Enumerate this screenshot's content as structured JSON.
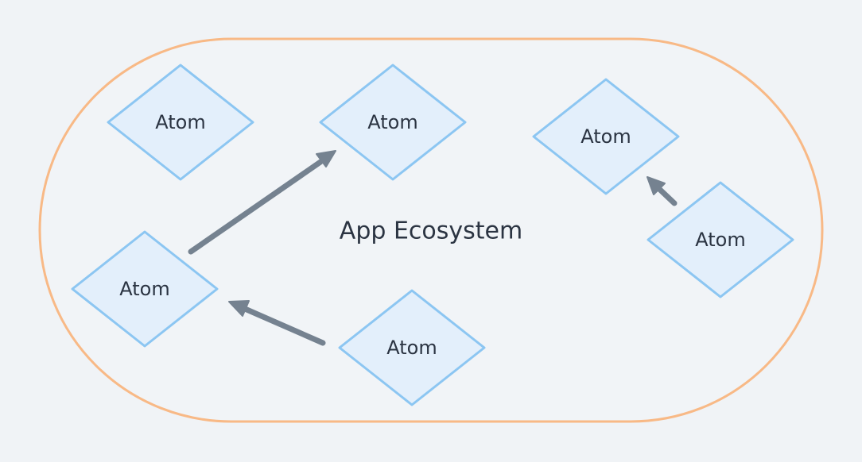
{
  "diagram": {
    "container_label": "App Ecosystem",
    "nodes": [
      {
        "id": "atom-1",
        "label": "Atom"
      },
      {
        "id": "atom-2",
        "label": "Atom"
      },
      {
        "id": "atom-3",
        "label": "Atom"
      },
      {
        "id": "atom-4",
        "label": "Atom"
      },
      {
        "id": "atom-5",
        "label": "Atom"
      },
      {
        "id": "atom-6",
        "label": "Atom"
      }
    ],
    "edges": [
      {
        "from": "atom-4",
        "to": "atom-2"
      },
      {
        "from": "atom-6",
        "to": "atom-4"
      },
      {
        "from": "atom-5",
        "to": "atom-3"
      }
    ],
    "colors": {
      "background": "#f0f3f6",
      "boundary_stroke": "#f8b986",
      "atom_fill": "#e3effb",
      "atom_stroke": "#8cc6f2",
      "arrow": "#758290",
      "text": "#2b3442"
    }
  }
}
